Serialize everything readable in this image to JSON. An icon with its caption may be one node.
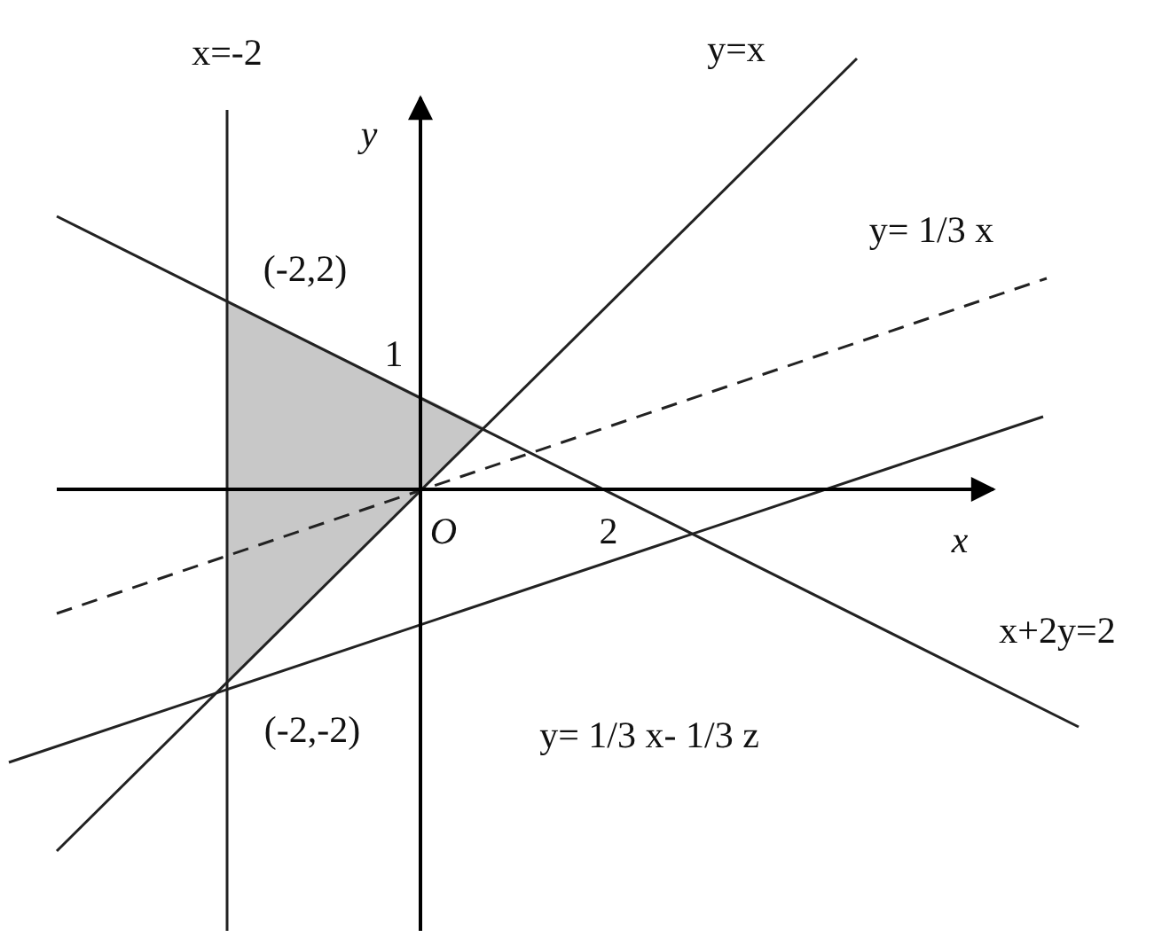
{
  "diagram": {
    "labels": [
      "x=-2",
      "y=x",
      "y",
      "y= 1/3 x",
      "(-2,2)",
      "1",
      "O",
      "2",
      "x",
      "x+2y=2",
      "(-2,-2)",
      "y= 1/3 x- 1/3 z"
    ]
  }
}
